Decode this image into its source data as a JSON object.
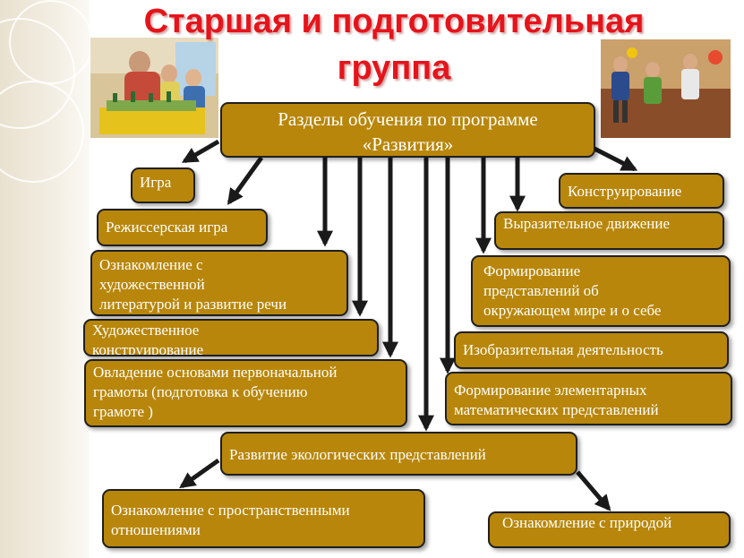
{
  "title": {
    "line1": "Старшая и подготовительная",
    "line2": "группа"
  },
  "main_box": {
    "line1": "Разделы обучения по программе",
    "line2": "«Развития»"
  },
  "left_boxes": {
    "igra": "Игра",
    "rezhisserskaya": "Режиссерская игра",
    "literatura": [
      "Ознакомление с",
      "художественной",
      "литературой  и развитие речи"
    ],
    "konstruirovanie_hud": [
      "Художественное",
      "конструирование"
    ],
    "gramota": [
      "Овладение основами первоначальной",
      "грамоты (подготовка к обучению",
      "грамоте )"
    ]
  },
  "right_boxes": {
    "konstruirovanie": "Конструирование",
    "dvizhenie": "Выразительное движение",
    "mir": [
      "Формирование",
      "представлений  об",
      "окружающем мире и о себе"
    ],
    "izo": "Изобразительная  деятельность",
    "matematika": [
      "Формирование элементарных",
      "математических представлений"
    ]
  },
  "ecology_box": "Развитие экологических представлений",
  "bottom_boxes": {
    "prostranstvo": [
      "Ознакомление с пространственными",
      "отношениями"
    ],
    "priroda": "Ознакомление с  природой"
  },
  "colors": {
    "title": "#e5141b",
    "box_fill": "#b8860b",
    "box_border": "#1f1f1f",
    "box_text": "#ffffff",
    "arrow": "#1a1a1a"
  }
}
